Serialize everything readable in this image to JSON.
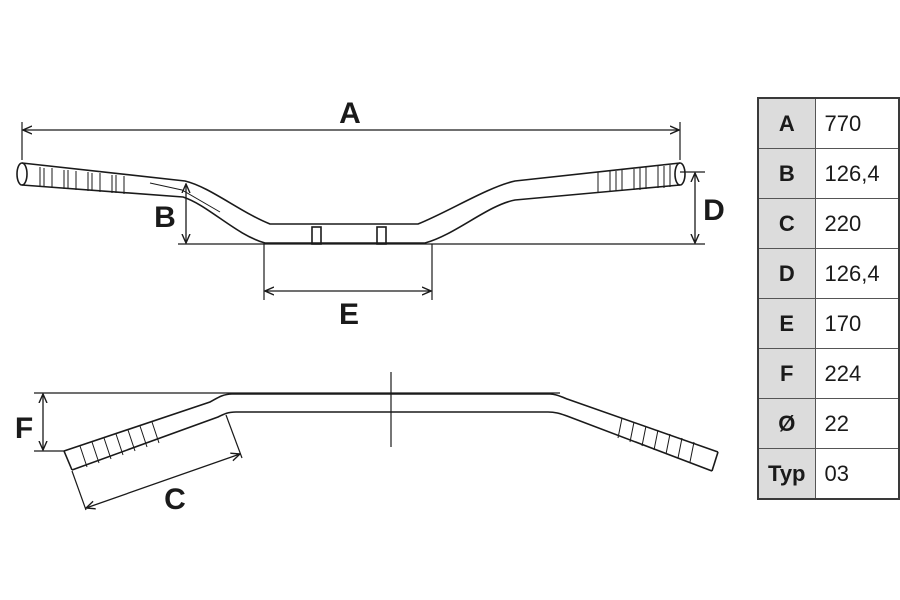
{
  "labels": {
    "a": "A",
    "b": "B",
    "c": "C",
    "d": "D",
    "e": "E",
    "f": "F"
  },
  "table": {
    "rows": [
      {
        "key": "A",
        "value": "770"
      },
      {
        "key": "B",
        "value": "126,4"
      },
      {
        "key": "C",
        "value": "220"
      },
      {
        "key": "D",
        "value": "126,4"
      },
      {
        "key": "E",
        "value": "170"
      },
      {
        "key": "F",
        "value": "224"
      },
      {
        "key": "Ø",
        "value": "22"
      },
      {
        "key": "Typ",
        "value": "03"
      }
    ]
  },
  "colors": {
    "line": "#1a1a1a",
    "table_key_bg": "#dcdcdc",
    "table_border": "#555555"
  }
}
